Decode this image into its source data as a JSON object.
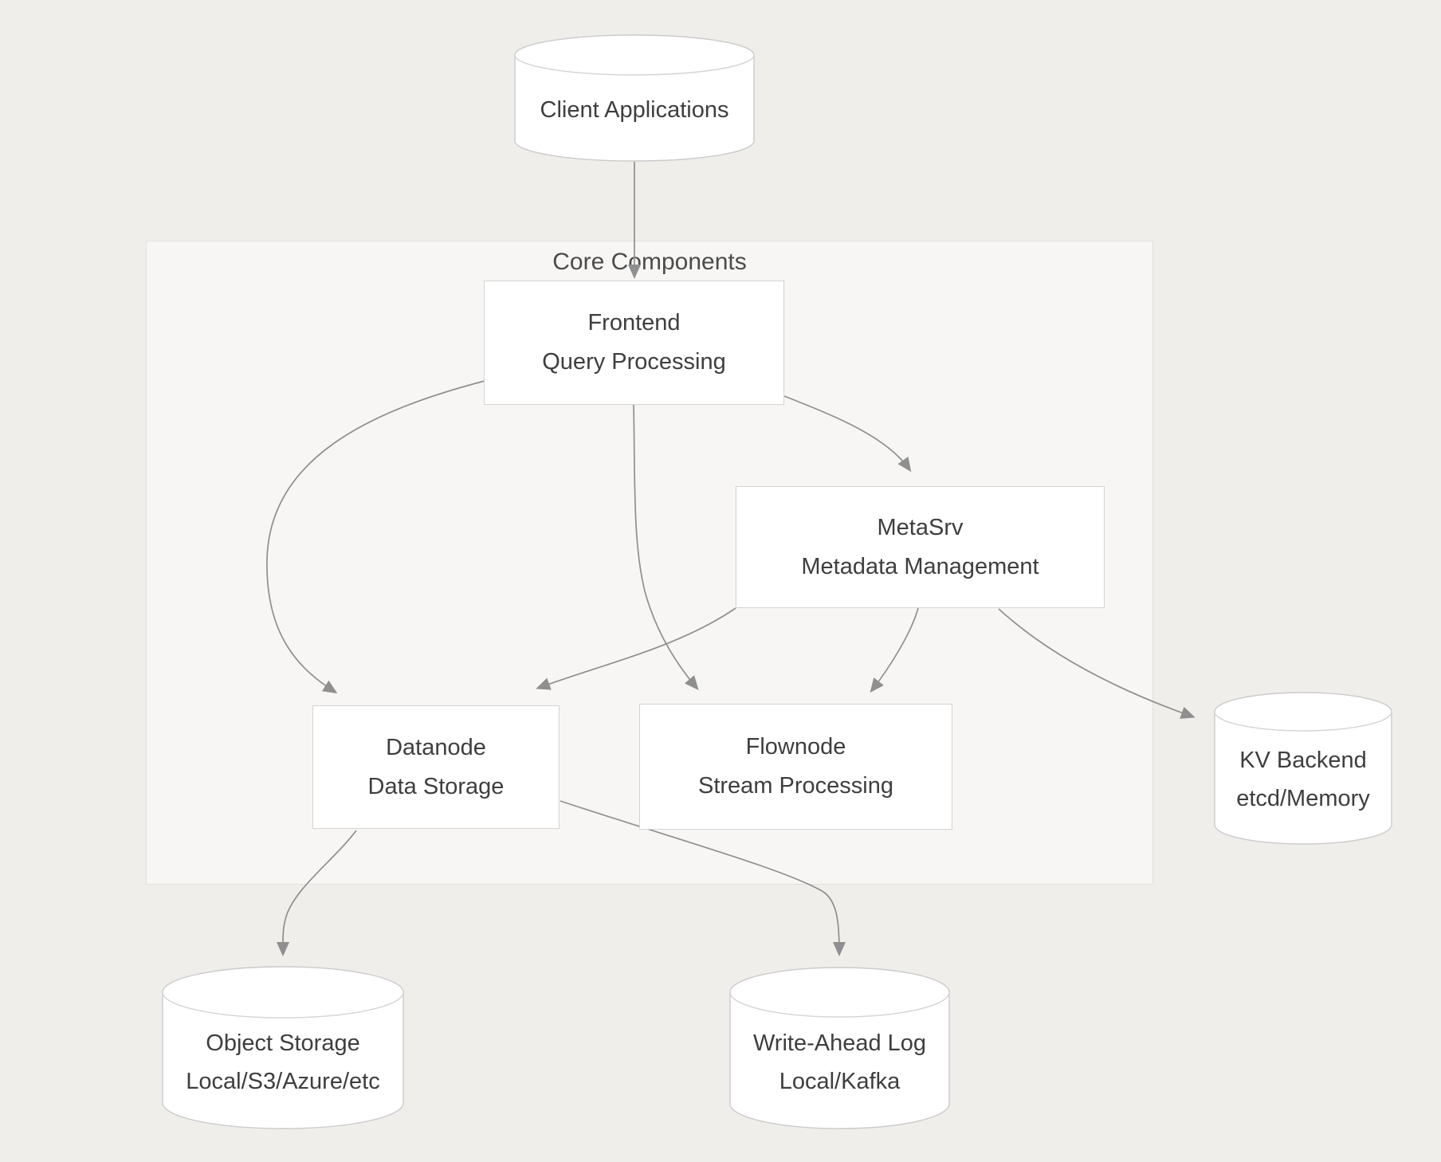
{
  "subgraph": {
    "label": "Core Components"
  },
  "nodes": {
    "client": {
      "label": "Client Applications",
      "shape": "cylinder"
    },
    "frontend": {
      "title": "Frontend",
      "subtitle": "Query Processing",
      "shape": "rect"
    },
    "metasrv": {
      "title": "MetaSrv",
      "subtitle": "Metadata Management",
      "shape": "rect"
    },
    "datanode": {
      "title": "Datanode",
      "subtitle": "Data Storage",
      "shape": "rect"
    },
    "flownode": {
      "title": "Flownode",
      "subtitle": "Stream Processing",
      "shape": "rect"
    },
    "kv": {
      "title": "KV Backend",
      "subtitle": "etcd/Memory",
      "shape": "cylinder"
    },
    "objectStorage": {
      "title": "Object Storage",
      "subtitle": "Local/S3/Azure/etc",
      "shape": "cylinder"
    },
    "wal": {
      "title": "Write-Ahead Log",
      "subtitle": "Local/Kafka",
      "shape": "cylinder"
    }
  },
  "edges": [
    {
      "from": "Client Applications",
      "to": "Frontend"
    },
    {
      "from": "Frontend",
      "to": "Datanode"
    },
    {
      "from": "Frontend",
      "to": "Flownode"
    },
    {
      "from": "Frontend",
      "to": "MetaSrv"
    },
    {
      "from": "MetaSrv",
      "to": "Datanode"
    },
    {
      "from": "MetaSrv",
      "to": "Flownode"
    },
    {
      "from": "MetaSrv",
      "to": "KV Backend"
    },
    {
      "from": "Datanode",
      "to": "Object Storage"
    },
    {
      "from": "Datanode",
      "to": "Write-Ahead Log"
    }
  ],
  "colors": {
    "page_background": "#f0eeeb",
    "subgraph_fill": "#f7f6f4",
    "subgraph_border": "#e3e1de",
    "node_fill": "#ffffff",
    "node_border": "#d5d3d1",
    "edge": "#8f8f8f",
    "text": "#3e3e3e"
  }
}
